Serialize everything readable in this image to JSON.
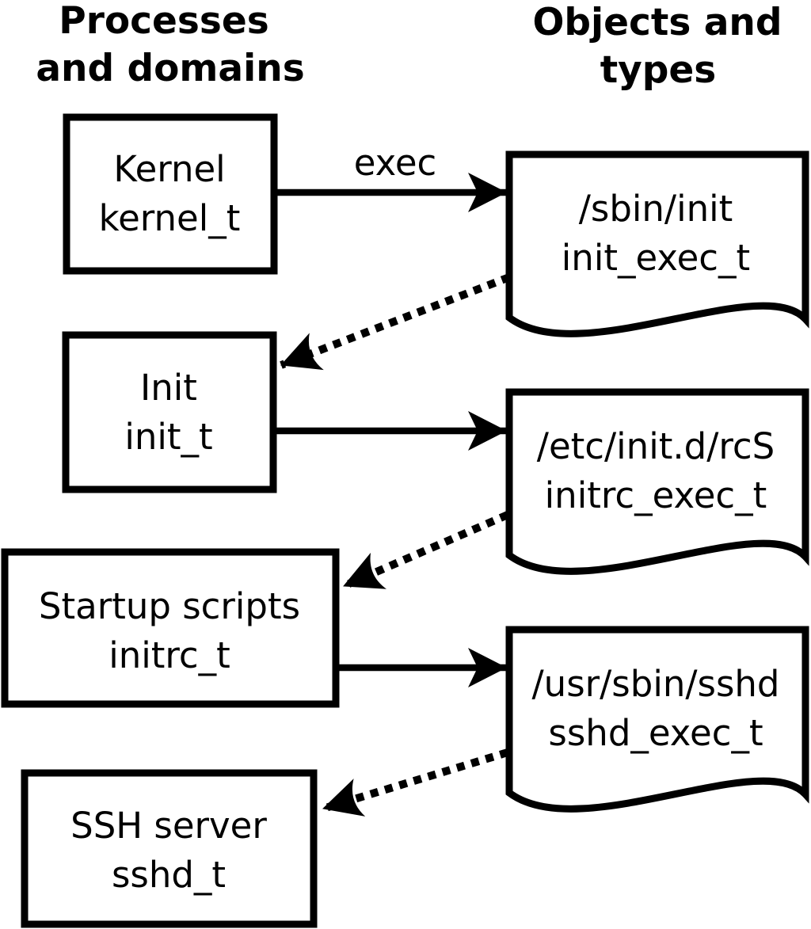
{
  "diagram": {
    "left_column_title": {
      "line1": "Processes",
      "line2": "and domains"
    },
    "right_column_title": {
      "line1": "Objects and",
      "line2": "types"
    },
    "exec_label": "exec",
    "processes": [
      {
        "label": "Kernel",
        "domain": "kernel_t"
      },
      {
        "label": "Init",
        "domain": "init_t"
      },
      {
        "label": "Startup scripts",
        "domain": "initrc_t"
      },
      {
        "label": "SSH server",
        "domain": "sshd_t"
      }
    ],
    "objects": [
      {
        "path": "/sbin/init",
        "type": "init_exec_t"
      },
      {
        "path": "/etc/init.d/rcS",
        "type": "initrc_exec_t"
      },
      {
        "path": "/usr/sbin/sshd",
        "type": "sshd_exec_t"
      }
    ],
    "colors": {
      "foreground": "#000000",
      "background": "#ffffff"
    }
  }
}
